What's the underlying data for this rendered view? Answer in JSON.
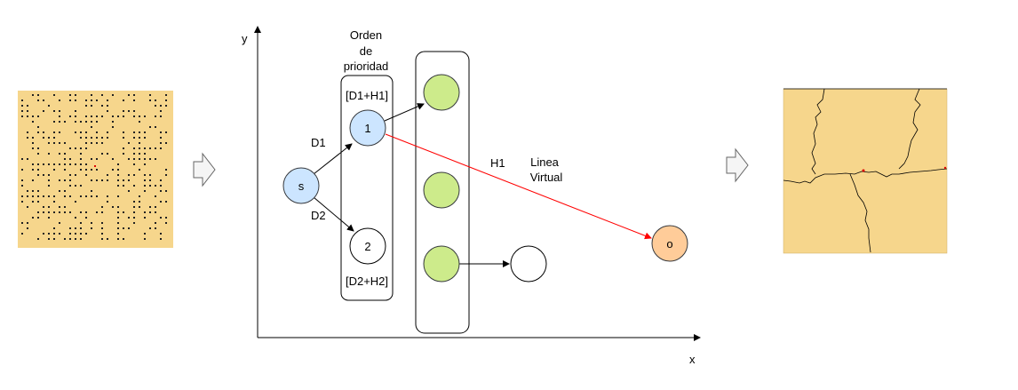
{
  "colors": {
    "map_fill": "#f6d68c",
    "map_dot": "#222222",
    "node_blue": "#cce5ff",
    "node_blue_stroke": "#36393d",
    "node_green": "#cdeb8b",
    "node_orange": "#ffcc99",
    "virtual_line": "#ff0000",
    "arrow_gray": "#f5f5f5"
  },
  "axes": {
    "y_label": "y",
    "x_label": "x"
  },
  "priority": {
    "title_line1": "Orden",
    "title_line2": "de",
    "title_line3": "prioridad",
    "top_formula": "[D1+H1]",
    "bottom_formula": "[D2+H2]"
  },
  "nodes": {
    "start": "s",
    "n1": "1",
    "n2": "2",
    "goal": "o"
  },
  "edges": {
    "d1": "D1",
    "d2": "D2",
    "h1": "H1"
  },
  "virtual_line": {
    "line1": "Linea",
    "line2": "Virtual"
  },
  "icons": {
    "map_before": "obstacle-grid-map",
    "flow_arrow": "right-arrow-icon",
    "map_after": "segmented-path-map"
  }
}
